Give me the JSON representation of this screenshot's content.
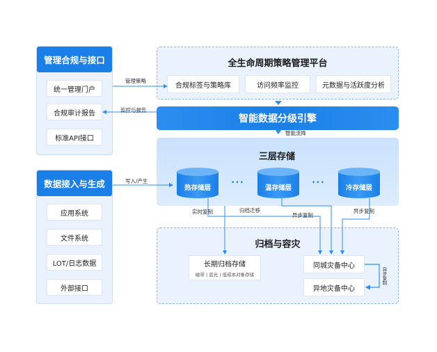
{
  "left_top": {
    "title": "管理合规与接口",
    "items": [
      "统一管理门户",
      "合规审计报告",
      "标准API接口"
    ]
  },
  "left_bottom": {
    "title": "数据接入与生成",
    "items": [
      "应用系统",
      "文件系统",
      "LOT/日志数据",
      "外部接口"
    ]
  },
  "platform": {
    "title": "全生命周期策略管理平台",
    "modules": [
      "合规标签与策略库",
      "访问频率监控",
      "元数据与活跃度分析"
    ]
  },
  "engine": {
    "title": "智能数据分级引擎"
  },
  "storage": {
    "title": "三层存储",
    "tiers": [
      "热存储层",
      "温存储层",
      "冷存储层"
    ],
    "dots": "•••"
  },
  "archive": {
    "title": "归档与容灾",
    "long_term": {
      "title": "长期归档存储",
      "sub": "磁带 | 蓝光 | 低成本对象存储"
    },
    "local_dr": "同城灾备中心",
    "remote_dr": "异地灾备中心"
  },
  "labels": {
    "mgmt_policy": "管理策略",
    "monitor_report": "监控与报告",
    "smart_flow": "智能流降",
    "write_produce": "写入/产生",
    "realtime_copy": "实时复制",
    "archive_migrate": "归档迁移",
    "async_copy_1": "异步复制",
    "async_copy_2": "异步复制",
    "async_copy_3": "异步复制"
  },
  "colors": {
    "accent": "#1a7fe6",
    "panel_bg": "#eaf3fd",
    "line": "#2b8ef0"
  }
}
